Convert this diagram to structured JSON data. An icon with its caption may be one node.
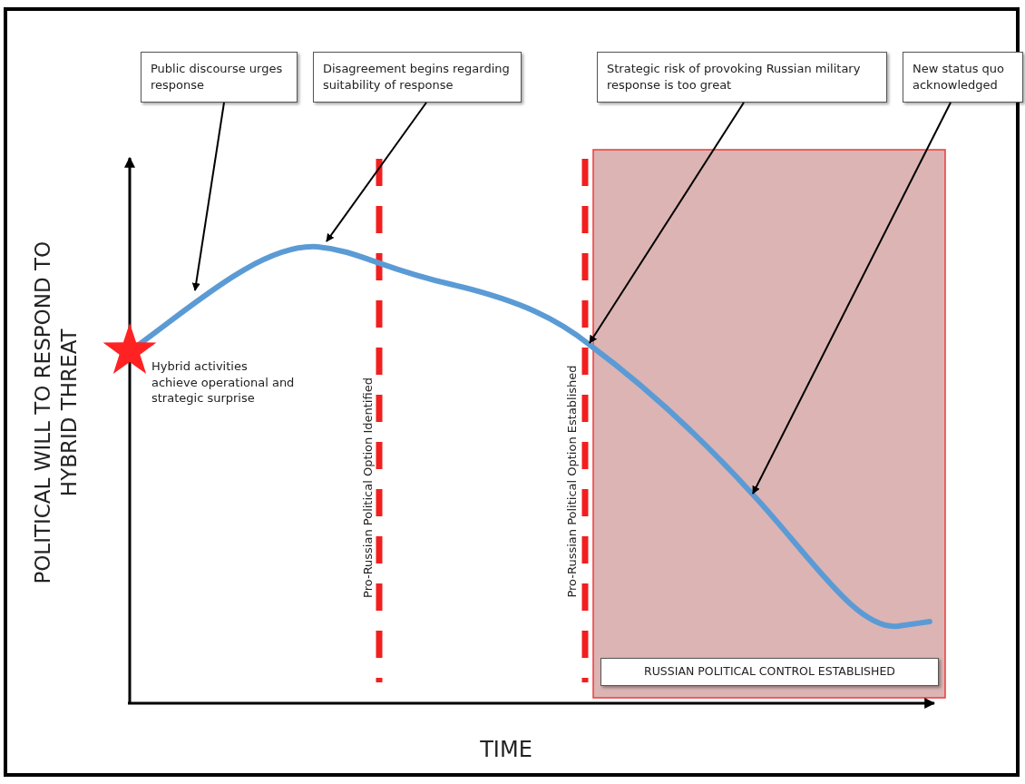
{
  "diagram": {
    "nodes": [
      {
        "text": [
          "Public discourse urges response"
        ]
      },
      {
        "text": [
          "Disagreement begins regarding suitability of response"
        ]
      },
      {
        "text": [
          "Strategic risk of provoking Russian military response is too great"
        ]
      },
      {
        "text": [
          "New status quo acknowledged"
        ]
      },
      {
        "text": [],
        "shape": "star",
        "beside": [
          "Hybrid activities achieve operational and strategic surprise"
        ]
      },
      {
        "text": [
          "RUSSIAN POLITICAL CONTROL ESTABLISHED"
        ]
      }
    ],
    "edges": [
      {
        "from": 0,
        "to": null,
        "arrow": "to"
      },
      {
        "from": 1,
        "to": null,
        "arrow": "to"
      },
      {
        "from": 2,
        "to": null,
        "arrow": "to"
      },
      {
        "from": 3,
        "to": null,
        "arrow": "to"
      }
    ],
    "labels": [
      "POLITICAL WILL TO RESPOND TO HYBRID THREAT",
      "Pro-Russian Political Option Identified",
      "Pro-Russian Political Option Established",
      "TIME"
    ]
  }
}
